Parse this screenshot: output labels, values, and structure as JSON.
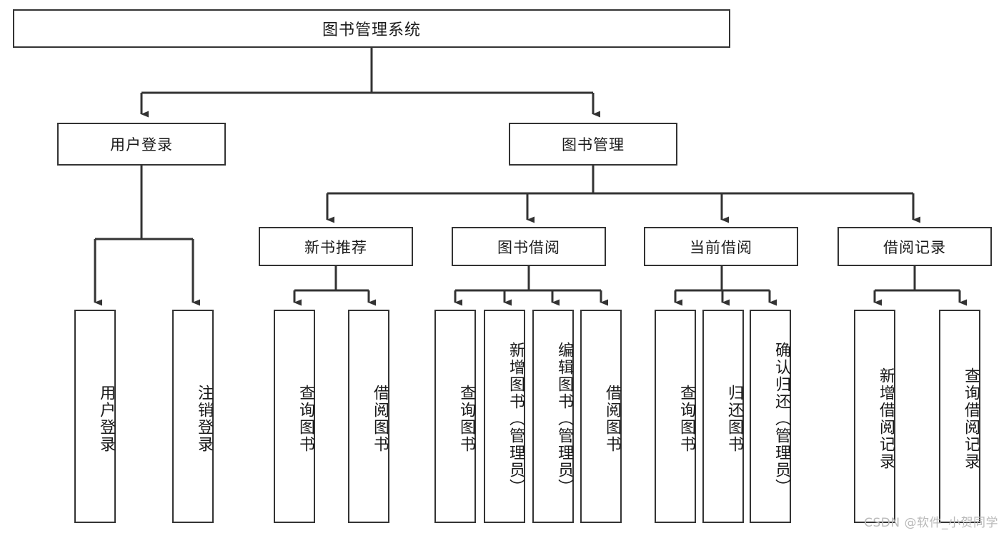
{
  "diagram": {
    "title": "图书管理系统",
    "type": "功能结构图",
    "watermark": "CSDN @软件_小贺同学",
    "colors": {
      "stroke": "#333333",
      "fill": "#ffffff",
      "text": "#1a1a1a",
      "watermark": "#b9b9b9"
    }
  },
  "nodes": {
    "root": {
      "label": "图书管理系统"
    },
    "level1": [
      {
        "label": "用户登录"
      },
      {
        "label": "图书管理"
      }
    ],
    "level2": [
      {
        "label": "新书推荐"
      },
      {
        "label": "图书借阅"
      },
      {
        "label": "当前借阅"
      },
      {
        "label": "借阅记录"
      }
    ],
    "leaves": {
      "user_login": [
        {
          "label": "用户登录"
        },
        {
          "label": "注销登录"
        }
      ],
      "new_book": [
        {
          "label": "查询图书"
        },
        {
          "label": "借阅图书"
        }
      ],
      "book_borrow": [
        {
          "label": "查询图书"
        },
        {
          "label": "新增图书（管理员）"
        },
        {
          "label": "编辑图书（管理员）"
        },
        {
          "label": "借阅图书"
        }
      ],
      "current_borrow": [
        {
          "label": "查询图书"
        },
        {
          "label": "归还图书"
        },
        {
          "label": "确认归还（管理员）"
        }
      ],
      "borrow_record": [
        {
          "label": "新增借阅记录"
        },
        {
          "label": "查询借阅记录"
        }
      ]
    }
  }
}
